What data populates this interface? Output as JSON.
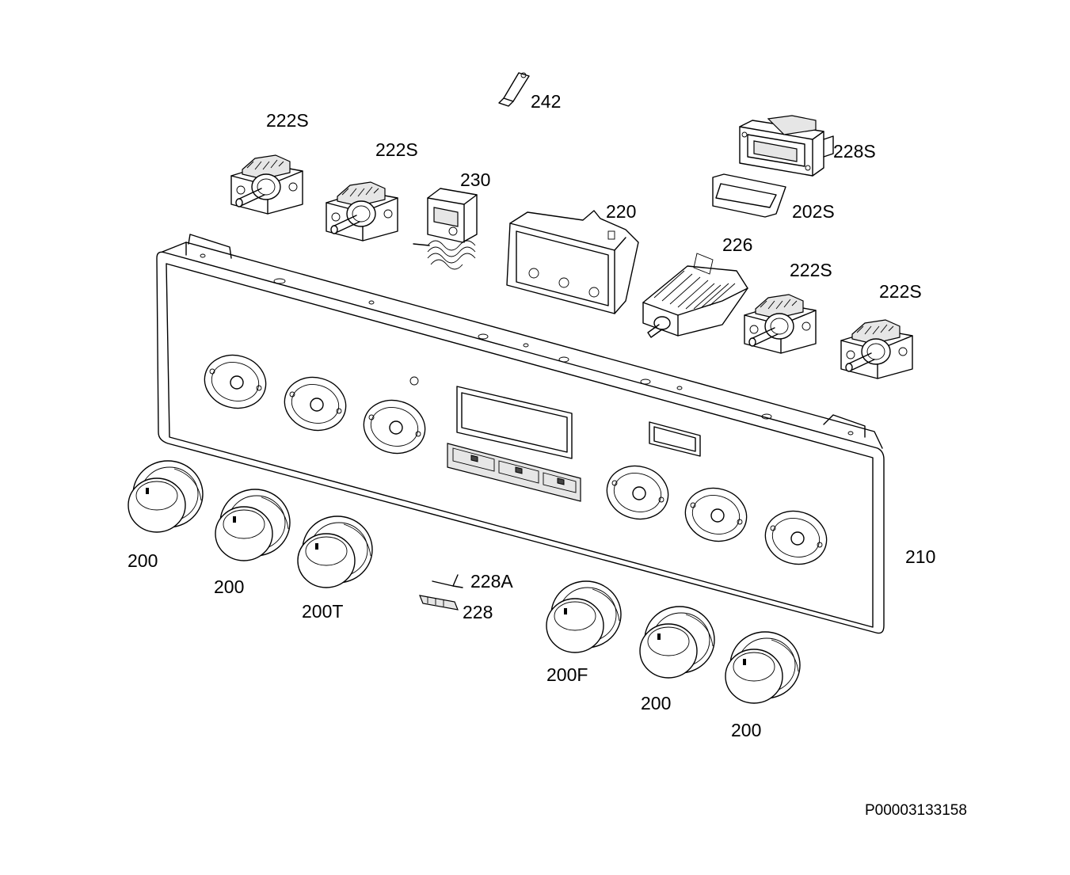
{
  "diagram": {
    "labels": {
      "p242": "242",
      "p222s_a": "222S",
      "p222s_b": "222S",
      "p230": "230",
      "p220": "220",
      "p228s": "228S",
      "p202s": "202S",
      "p226": "226",
      "p222s_c": "222S",
      "p222s_d": "222S",
      "p210": "210",
      "p200_a": "200",
      "p200_b": "200",
      "p200t": "200T",
      "p228a": "228A",
      "p228": "228",
      "p200f": "200F",
      "p200_c": "200",
      "p200_d": "200"
    },
    "drawing_code": "P00003133158"
  }
}
